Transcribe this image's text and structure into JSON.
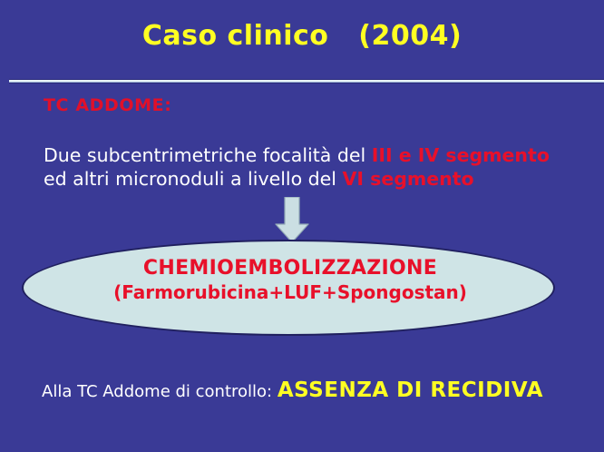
{
  "slide": {
    "background_color": "#3a3a96",
    "title": "Caso clinico   (2004)",
    "title_color": "#ffff22"
  },
  "section": {
    "heading": "TC ADDOME:",
    "heading_color": "#e0102a"
  },
  "finding": {
    "line1_prefix": "Due subcentrimetriche focalità del ",
    "line1_highlight": "III e IV segmento",
    "line2_prefix": "ed altri micronoduli a livello del ",
    "line2_highlight": "VI segmento",
    "text_color": "#ffffff",
    "highlight_color": "#e8102a"
  },
  "arrow": {
    "icon": "arrow-down-icon",
    "fill_color": "#cbdfe3",
    "stroke_color": "#8fa8b4"
  },
  "treatment": {
    "name": "CHEMIOEMBOLIZZAZIONE",
    "drugs": "(Farmorubicina+LUF+Spongostan)",
    "shape_fill": "#cfe4e6",
    "shape_stroke": "#20205f",
    "text_color": "#e8102a"
  },
  "conclusion": {
    "label": "Alla TC Addome di controllo: ",
    "result": "ASSENZA DI RECIDIVA",
    "label_color": "#ffffff",
    "result_color": "#ffff22"
  }
}
